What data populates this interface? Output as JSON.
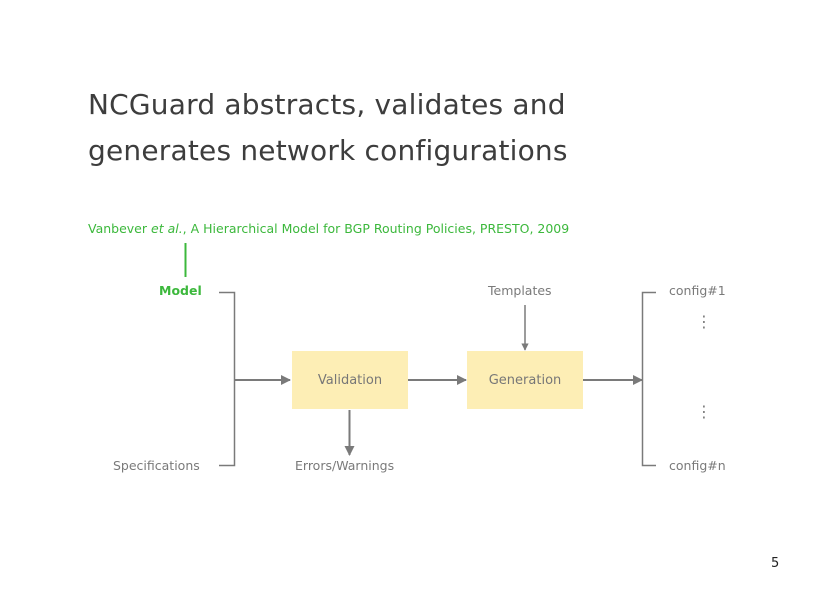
{
  "slide": {
    "title_line1": "NCGuard abstracts, validates and",
    "title_line2": "generates network configurations",
    "citation": {
      "author": "Vanbever ",
      "etal": "et al.",
      "rest": ", A Hierarchical Model for BGP Routing Policies, PRESTO, 2009"
    },
    "page_number": "5"
  },
  "diagram": {
    "inputs": {
      "model": "Model",
      "specifications": "Specifications"
    },
    "boxes": {
      "validation": "Validation",
      "generation": "Generation"
    },
    "side_labels": {
      "templates": "Templates",
      "errors": "Errors/Warnings"
    },
    "outputs": {
      "first": "config#1",
      "last": "config#n",
      "ellipsis": "⋮"
    },
    "colors": {
      "accent_green": "#3cb83c",
      "box_fill": "#fdeeb5",
      "line_gray": "#7a7a7a"
    }
  }
}
